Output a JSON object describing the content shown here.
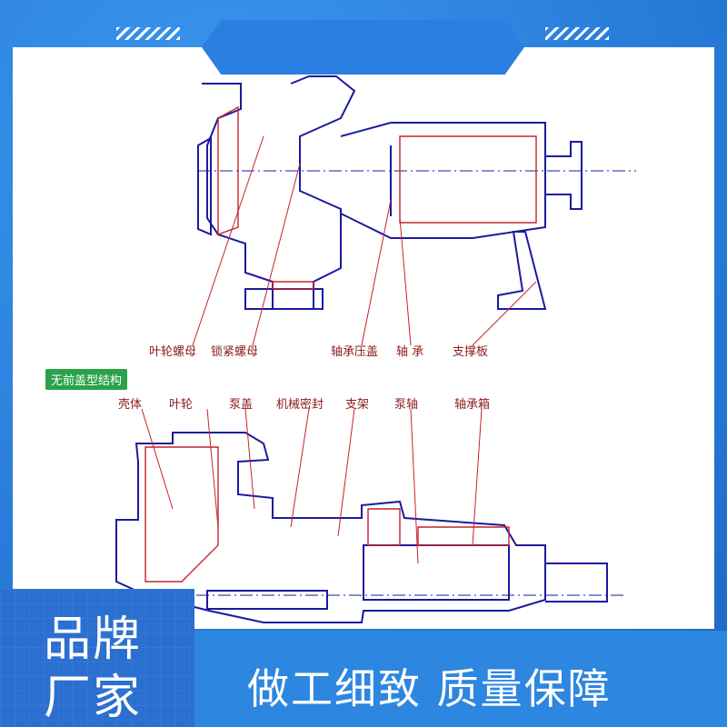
{
  "top_labels": {
    "impeller_nut": "叶轮螺母",
    "lock_nut": "锁紧螺母",
    "bearing_gland": "轴承压盖",
    "bearing": "轴 承",
    "support_plate": "支撑板"
  },
  "section_tag": "无前盖型结构",
  "bottom_labels": {
    "casing": "壳体",
    "impeller": "叶轮",
    "pump_cover": "泵盖",
    "mech_seal": "机械密封",
    "bracket": "支架",
    "shaft": "泵轴",
    "bearing_box": "轴承箱"
  },
  "brand": {
    "line1": "品牌",
    "line2": "厂家"
  },
  "slogan": "做工细致  质量保障",
  "colors": {
    "frame": "#2d86e0",
    "drawing_line": "#1a1aa0",
    "section_red": "#c8222a",
    "tag_green": "#2aa24a"
  }
}
